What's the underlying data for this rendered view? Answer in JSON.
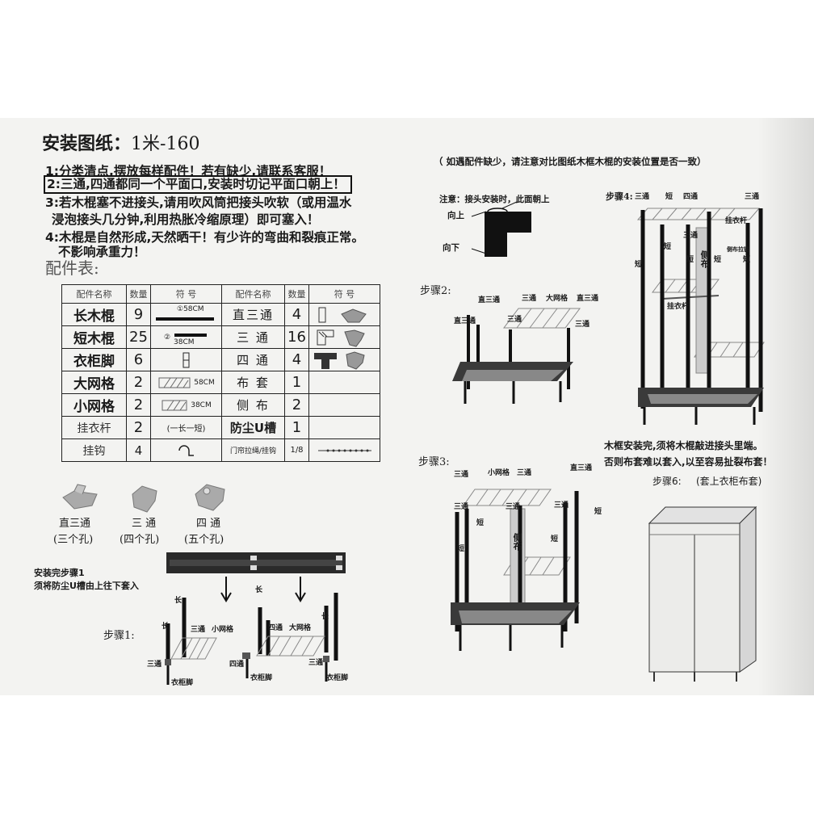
{
  "title": {
    "prefix": "安装图纸：",
    "model": "1米-160"
  },
  "instructions": [
    "1:分类清点,摆放每样配件！若有缺少,请联系客服！",
    "2:三通,四通都同一个平面口,安装时切记平面口朝上！",
    "3:若木棍塞不进接头,请用吹风筒把接头吹软（或用温水",
    "浸泡接头几分钟,利用热胀冷缩原理）即可塞入！",
    "4:木棍是自然形成,天然晒干！有少许的弯曲和裂痕正常。",
    "不影响承重力！"
  ],
  "parts_list_title": "配件表:",
  "parts_table": {
    "headers": [
      "配件名称",
      "数量",
      "符 号",
      "配件名称",
      "数量",
      "符 号"
    ],
    "rows": [
      {
        "name": "长木棍",
        "qty": "9",
        "symbol": "①58CM",
        "name2": "直三通",
        "qty2": "4"
      },
      {
        "name": "短木棍",
        "qty": "25",
        "symbol_num": "②",
        "symbol": "38CM",
        "name2": "三 通",
        "qty2": "16"
      },
      {
        "name": "衣柜脚",
        "qty": "6",
        "symbol": "",
        "name2": "四 通",
        "qty2": "4"
      },
      {
        "name": "大网格",
        "qty": "2",
        "symbol": "58CM",
        "name2": "布 套",
        "qty2": "1"
      },
      {
        "name": "小网格",
        "qty": "2",
        "symbol": "38CM",
        "name2": "侧 布",
        "qty2": "2"
      },
      {
        "name": "挂衣杆",
        "qty": "2",
        "symbol": "(一长一短)",
        "name2": "防尘U槽",
        "qty2": "1"
      },
      {
        "name": "挂钩",
        "qty": "4",
        "symbol": "",
        "name2": "门帘拉绳/挂钩",
        "qty2": "1/8"
      }
    ]
  },
  "connectors": [
    {
      "name": "直三通",
      "holes": "(三个孔)"
    },
    {
      "name": "三 通",
      "holes": "(四个孔)"
    },
    {
      "name": "四 通",
      "holes": "(五个孔)"
    }
  ],
  "step1_note": [
    "安装完步骤1",
    "须将防尘U槽由上往下套入"
  ],
  "step1": {
    "title": "步骤1:",
    "labels": {
      "long": "长",
      "three_way": "三通",
      "four_way": "四通",
      "small_grid": "小网格",
      "big_grid": "大网格",
      "foot": "衣柜脚"
    }
  },
  "top_note": "（ 如遇配件缺少，请注意对比图纸木框木棍的安装位置是否一致）",
  "joint_note": {
    "title": "注意：接头安装时，此面朝上",
    "up": "向上",
    "down": "向下"
  },
  "step2": {
    "title": "步骤2:",
    "labels": {
      "straight": "直三通",
      "three_way": "三通",
      "big_grid": "大网格"
    }
  },
  "step3": {
    "title": "步骤3:",
    "labels": {
      "three_way": "三通",
      "small_grid": "小网格",
      "straight": "直三通",
      "short": "短",
      "side": "侧布"
    }
  },
  "step4": {
    "title": "步骤4:",
    "labels": {
      "three_way": "三通",
      "short": "短",
      "four_way": "四通",
      "hanging_rod": "挂衣杆",
      "side": "侧布",
      "zipper": "侧布拉链"
    }
  },
  "frame_note": [
    "木框安装完,须将木棍敲进接头里端。",
    "否则布套难以套入,以至容易扯裂布套！"
  ],
  "step6": {
    "title": "步骤6:",
    "caption": "(套上衣柜布套)"
  },
  "colors": {
    "ink": "#1a1a1a",
    "paper": "#f3f3f1",
    "background": "#ffffff"
  }
}
